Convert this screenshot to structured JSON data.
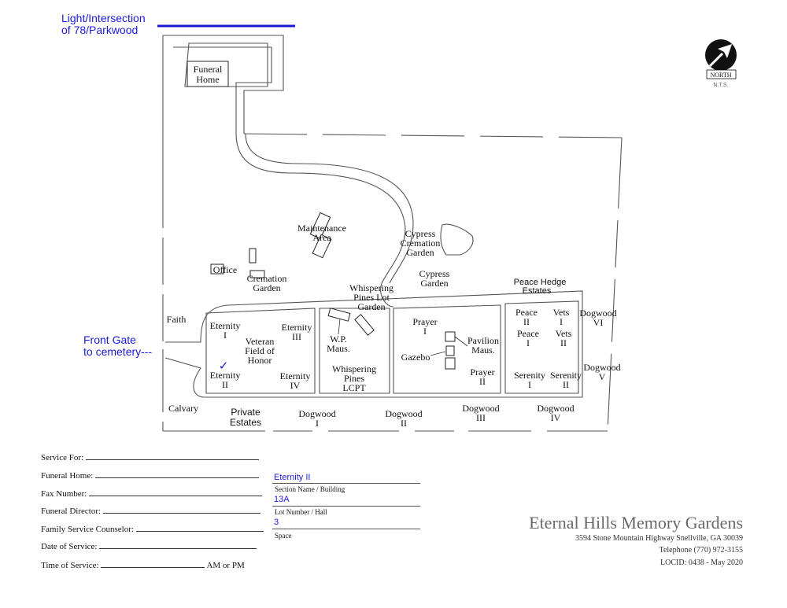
{
  "header": {
    "light_line1": "Light/Intersection",
    "light_line2": "of 78/Parkwood"
  },
  "front_gate": {
    "line1": "Front Gate",
    "line2": "to cemetery---"
  },
  "north_arrow": {
    "label": "NORTH",
    "scale": "N.T.S."
  },
  "map": {
    "funeral_home": [
      "Funeral",
      "Home"
    ],
    "maintenance": [
      "Maintenance",
      "Area"
    ],
    "cypress_cremation": [
      "Cypress",
      "Cremation",
      "Garden"
    ],
    "office": "Office",
    "cremation_garden": [
      "Cremation",
      "Garden"
    ],
    "cypress_garden": [
      "Cypress",
      "Garden"
    ],
    "whispering_pines_lot": [
      "Whispering",
      "Pines Lot",
      "Garden"
    ],
    "peace_hedge": [
      "Peace Hedge",
      "Estates"
    ],
    "faith": "Faith",
    "eternity_1": [
      "Eternity",
      "I"
    ],
    "veteran": [
      "Veteran",
      "Field of",
      "Honor"
    ],
    "eternity_3": [
      "Eternity",
      "III"
    ],
    "wp_maus": [
      "W.P.",
      "Maus."
    ],
    "prayer_1": [
      "Prayer",
      "I"
    ],
    "pavilion": [
      "Pavilion",
      "Maus."
    ],
    "gazebo": "Gazebo",
    "prayer_2": [
      "Prayer",
      "II"
    ],
    "peace_2": [
      "Peace",
      "II"
    ],
    "peace_1": [
      "Peace",
      "I"
    ],
    "vets_1": [
      "Vets",
      "I"
    ],
    "vets_2": [
      "Vets",
      "II"
    ],
    "dogwood_6": [
      "Dogwood",
      "VI"
    ],
    "dogwood_5": [
      "Dogwood",
      "V"
    ],
    "serenity_1": [
      "Serenity",
      "I"
    ],
    "serenity_2": [
      "Serenity",
      "II"
    ],
    "eternity_2": [
      "Eternity",
      "II"
    ],
    "eternity_4": [
      "Eternity",
      "IV"
    ],
    "whispering_pines_lcpt": [
      "Whispering",
      "Pines",
      "LCPT"
    ],
    "calvary": "Calvary",
    "private_estates": [
      "Private",
      "Estates"
    ],
    "dogwood_1": [
      "Dogwood",
      "I"
    ],
    "dogwood_2": [
      "Dogwood",
      "II"
    ],
    "dogwood_3": [
      "Dogwood",
      "III"
    ],
    "dogwood_4": [
      "Dogwood",
      "IV"
    ],
    "checkmark": "✓",
    "selected_section": "Eternity II"
  },
  "form": {
    "service_for": "Service For:",
    "funeral_home": "Funeral Home:",
    "fax_number": "Fax Number:",
    "funeral_director": "Funeral Director:",
    "family_counselor": "Family Service Counselor:",
    "date_of_service": "Date of Service:",
    "time_of_service": "Time of Service:",
    "am_pm": "AM or PM"
  },
  "record": {
    "section_value": "Eternity II",
    "section_caption": "Section Name / Building",
    "lot_value": "13A",
    "lot_caption": "Lot Number / Hall",
    "space_value": "3",
    "space_caption": "Space"
  },
  "brand": {
    "name": "Eternal Hills Memory Gardens",
    "address": "3594 Stone Mountain Highway Snellville, GA 30039",
    "telephone": "Telephone (770) 972-3155",
    "locid": "LOCID: 0438 - May 2020"
  },
  "colors": {
    "annotation_blue": "#1a1ad6",
    "brand_gray": "#6a6a6a"
  }
}
